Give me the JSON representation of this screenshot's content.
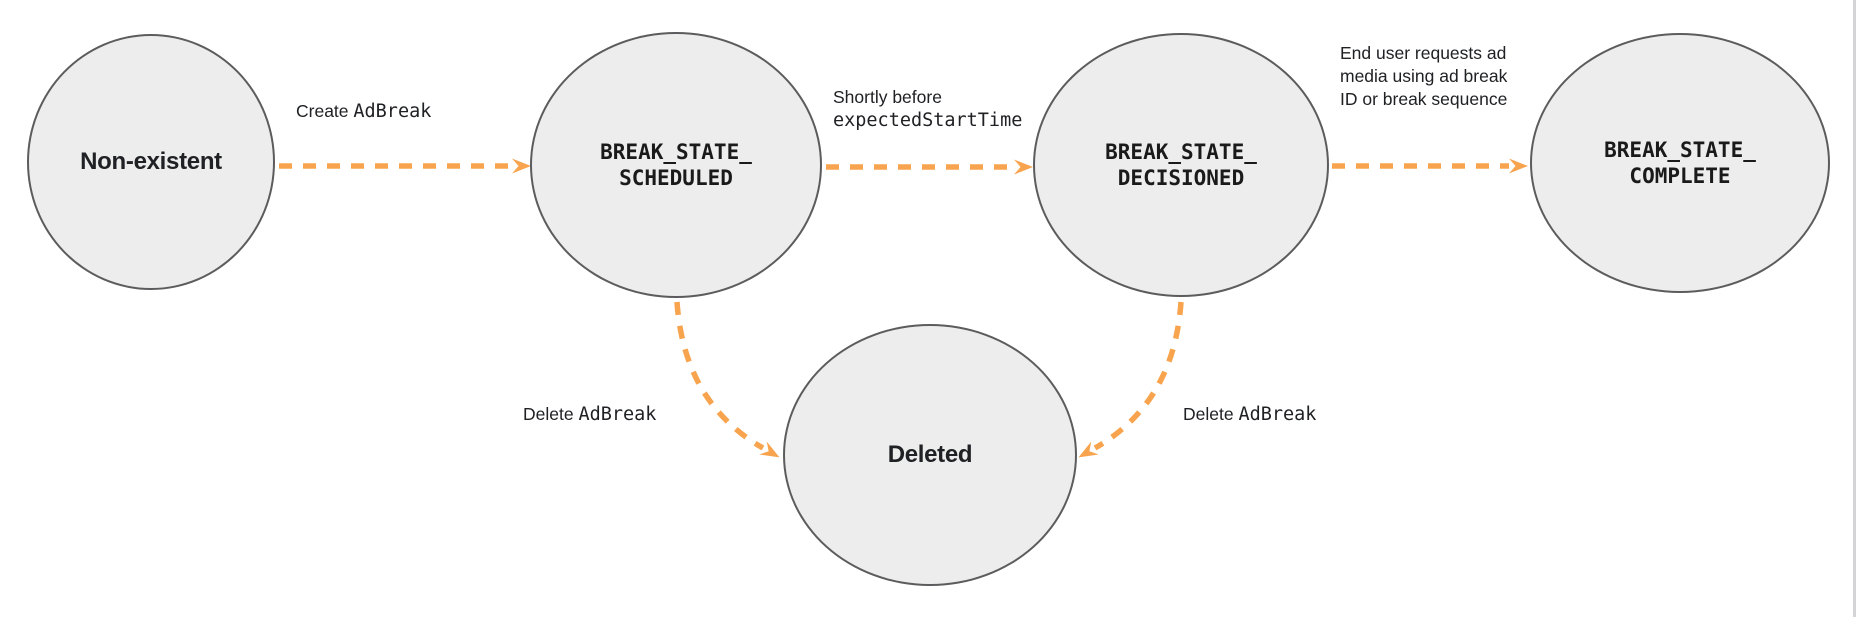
{
  "colors": {
    "background": "#ffffff",
    "node_fill": "#ededed",
    "node_border": "#5c5c5e",
    "arrow": "#f8a44e",
    "text": "#202124",
    "page_edge_line": "#d4d4d8"
  },
  "nodes": [
    {
      "id": "non-existent",
      "label": "Non-existent",
      "style": "plain"
    },
    {
      "id": "break-state-scheduled",
      "label": "BREAK_STATE_\nSCHEDULED",
      "style": "code"
    },
    {
      "id": "break-state-decisioned",
      "label": "BREAK_STATE_\nDECISIONED",
      "style": "code"
    },
    {
      "id": "break-state-complete",
      "label": "BREAK_STATE_\nCOMPLETE",
      "style": "code"
    },
    {
      "id": "deleted",
      "label": "Deleted",
      "style": "plain"
    }
  ],
  "edges": [
    {
      "from": "non-existent",
      "to": "break-state-scheduled",
      "label_text": "Create ",
      "label_code": "AdBreak"
    },
    {
      "from": "break-state-scheduled",
      "to": "break-state-decisioned",
      "label_text": "Shortly before",
      "label_code": "expectedStartTime"
    },
    {
      "from": "break-state-decisioned",
      "to": "break-state-complete",
      "label_text": "End user requests ad media using ad break ID or break sequence",
      "label_code": ""
    },
    {
      "from": "break-state-scheduled",
      "to": "deleted",
      "label_text": "Delete ",
      "label_code": "AdBreak"
    },
    {
      "from": "break-state-decisioned",
      "to": "deleted",
      "label_text": "Delete ",
      "label_code": "AdBreak"
    }
  ]
}
